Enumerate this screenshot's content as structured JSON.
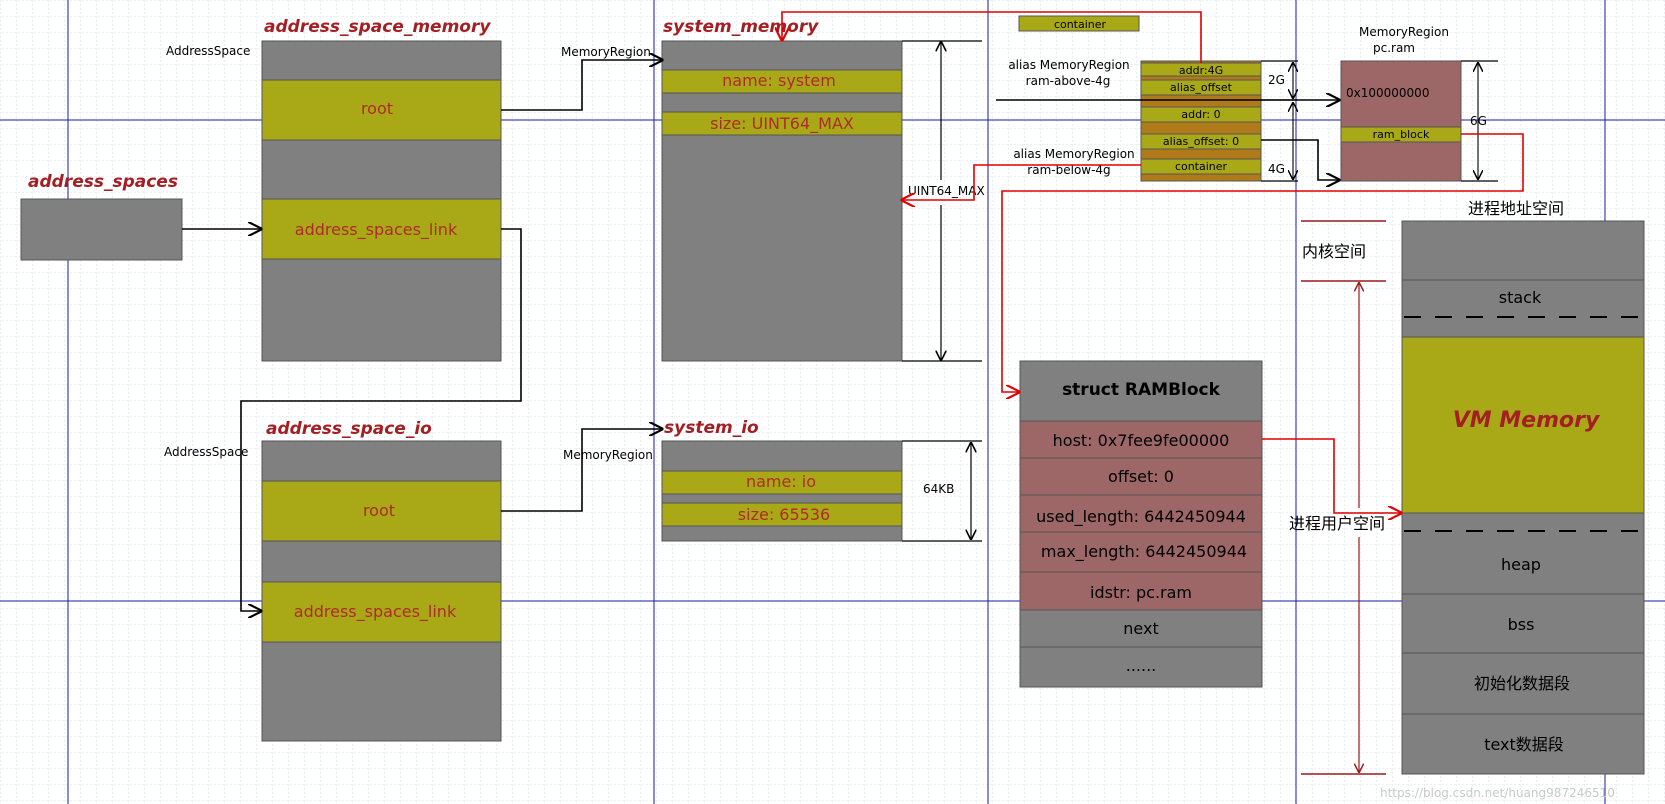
{
  "colors": {
    "gray": "#808080",
    "olive": "#a9a917",
    "rose": "#9e6767",
    "brown": "#b07a1a",
    "title_red": "#a41f23",
    "text_red": "#b02a2a",
    "arrow_red": "#e00000",
    "grid_major": "#1a1aa8",
    "grid_minor": "#c8d8e4"
  },
  "address_spaces": {
    "title": "address_spaces"
  },
  "address_space_memory": {
    "title": "address_space_memory",
    "type_label": "AddressSpace",
    "root": "root",
    "link": "address_spaces_link"
  },
  "address_space_io": {
    "title": "address_space_io",
    "type_label": "AddressSpace",
    "root": "root",
    "link": "address_spaces_link"
  },
  "system_memory": {
    "title": "system_memory",
    "type_label": "MemoryRegion",
    "name": "name: system",
    "size": "size: UINT64_MAX",
    "span_label": "UINT64_MAX"
  },
  "system_io": {
    "title": "system_io",
    "type_label": "MemoryRegion",
    "name": "name: io",
    "size": "size: 65536",
    "span_label": "64KB"
  },
  "alias": {
    "container_top": "container",
    "above_label_1": "alias MemoryRegion",
    "above_label_2": "ram-above-4g",
    "below_label_1": "alias MemoryRegion",
    "below_label_2": "ram-below-4g",
    "addr_4g": "addr:4G",
    "alias_offset": "alias_offset",
    "addr_0": "addr: 0",
    "alias_offset_0": "alias_offset: 0",
    "container": "container",
    "size_2g": "2G",
    "size_4g": "4G"
  },
  "pc_ram": {
    "label_1": "MemoryRegion",
    "label_2": "pc.ram",
    "addr": "0x100000000",
    "ram_block": "ram_block",
    "size": "6G"
  },
  "ramblock": {
    "title": "struct RAMBlock",
    "host": "host: 0x7fee9fe00000",
    "offset": "offset: 0",
    "used_length": "used_length: 6442450944",
    "max_length": "max_length: 6442450944",
    "idstr": "idstr: pc.ram",
    "next": "next",
    "more": "......"
  },
  "process": {
    "title": "进程地址空间",
    "kernel": "内核空间",
    "user": "进程用户空间",
    "stack": "stack",
    "vm_memory": "VM Memory",
    "heap": "heap",
    "bss": "bss",
    "data": "初始化数据段",
    "text": "text数据段"
  },
  "watermark": "https://blog.csdn.net/huang987246510"
}
